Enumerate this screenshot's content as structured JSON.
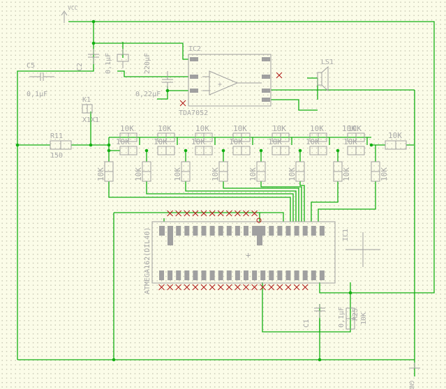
{
  "labels": {
    "vcc": "VCC",
    "gnd": "GND",
    "ic2_name": "IC2",
    "ic2_value": "TDA7052",
    "ls1_name": "LS1",
    "c5_name": "C5",
    "c5_value": "0,1µF",
    "c2_name": "C2",
    "c2_value": "0,1µF",
    "c3_value": "220µF",
    "c4_value": "0,22µF",
    "k1_name": "K1",
    "k1_value": "X1X1",
    "r11_name": "R11",
    "r11_value": "150",
    "ic1_name": "IC1",
    "ic1_value": "ATMEGA162(DIL40)",
    "c1_name": "C1",
    "c1_value": "0,1µF",
    "r25_name": "R25",
    "r25_value": "10K",
    "res_top": [
      "10K",
      "10K",
      "10K",
      "10K",
      "10K",
      "10K",
      "10K",
      "10K"
    ],
    "res_top_upper": [
      "10K",
      "10K",
      "10K",
      "10K",
      "10K",
      "10K",
      "10K"
    ],
    "res_right": "10K",
    "res_bottom": [
      "10K",
      "10K",
      "10K",
      "10K",
      "10K",
      "10K",
      "10K",
      "10K"
    ]
  }
}
